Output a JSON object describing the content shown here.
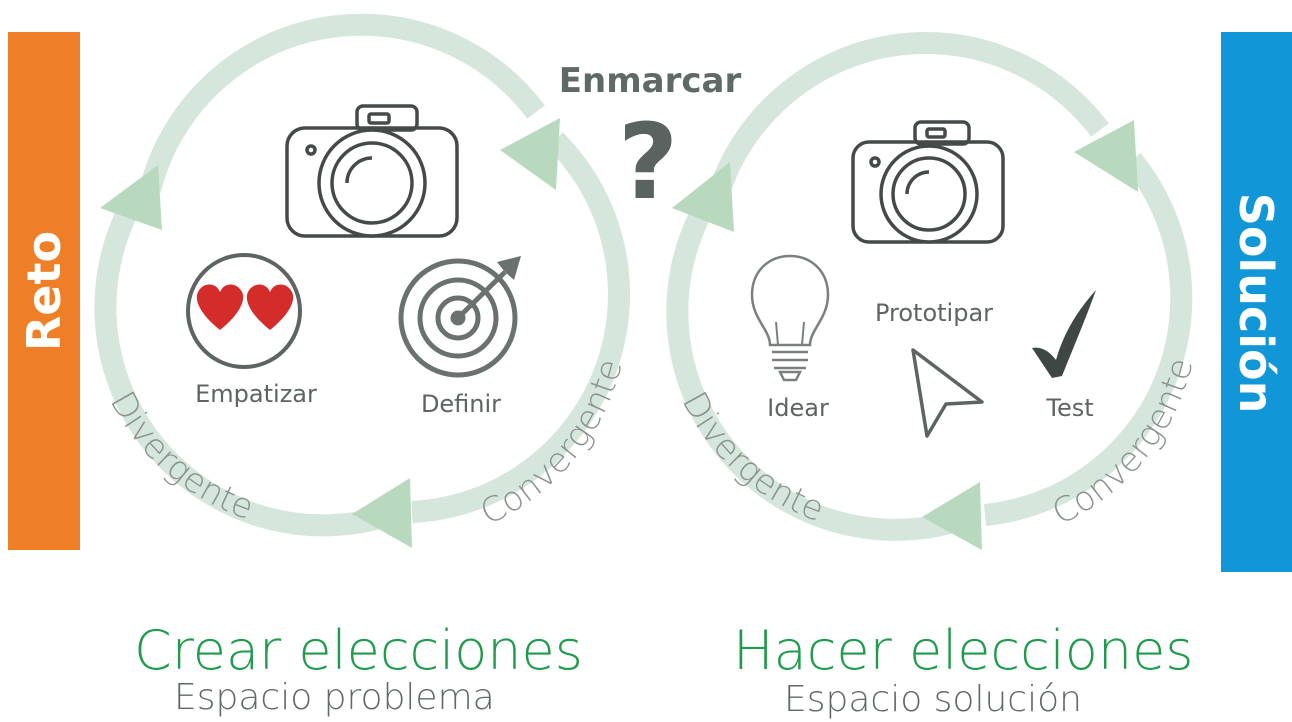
{
  "colors": {
    "reto_bar": "#ef7f27",
    "solucion_bar": "#1196d7",
    "cycle_ring": "#d5e6dc",
    "arrow_head": "#b8d9bd",
    "heart": "#d42b2b",
    "icon_stroke": "#454a48",
    "caption_green": "#1f9b4c"
  },
  "left_bar": {
    "label": "Reto"
  },
  "right_bar": {
    "label": "Solución"
  },
  "center": {
    "title": "Enmarcar",
    "symbol": "?"
  },
  "left_cycle": {
    "icons": [
      "camera-icon",
      "hearts-icon",
      "target-icon"
    ],
    "steps": {
      "empathize": "Empatizar",
      "define": "Definir"
    },
    "arc_left": "Divergente",
    "arc_right": "Convergente"
  },
  "right_cycle": {
    "icons": [
      "camera-icon",
      "lightbulb-icon",
      "cursor-icon",
      "check-icon"
    ],
    "steps": {
      "ideate": "Idear",
      "prototype": "Prototipar",
      "test": "Test"
    },
    "arc_left": "Divergente",
    "arc_right": "Convergente"
  },
  "captions": {
    "left_main": "Crear elecciones",
    "left_sub": "Espacio problema",
    "right_main": "Hacer elecciones",
    "right_sub": "Espacio solución"
  }
}
